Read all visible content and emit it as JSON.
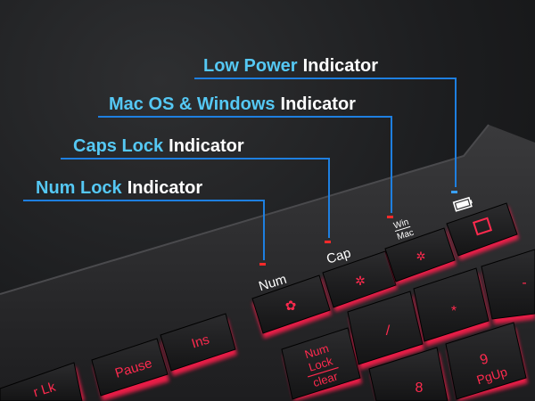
{
  "callouts": [
    {
      "highlight": "Low Power",
      "suffix": "Indicator"
    },
    {
      "highlight": "Mac OS & Windows",
      "suffix": "Indicator"
    },
    {
      "highlight": "Caps Lock",
      "suffix": "Indicator"
    },
    {
      "highlight": "Num Lock",
      "suffix": "Indicator"
    }
  ],
  "indicator_labels": {
    "num": "Num",
    "cap": "Cap",
    "win": "Win",
    "mac": "Mac"
  },
  "keys": {
    "pause": "Pause",
    "ins": "Ins",
    "num_lock_line1": "Num",
    "num_lock_line2": "Lock",
    "num_lock_line3": "clear",
    "slash": "/",
    "asterisk": "*",
    "minus": "-",
    "nine": "9",
    "pgup": "PgUp",
    "eight": "8",
    "scroll_lock_partial": "r Lk"
  },
  "colors": {
    "callout_line": "#1e7fe0",
    "highlight_text": "#55c8f4",
    "key_glow": "#ff1f4b",
    "led_red": "#ff2a2a",
    "led_blue": "#3aa0ff"
  }
}
